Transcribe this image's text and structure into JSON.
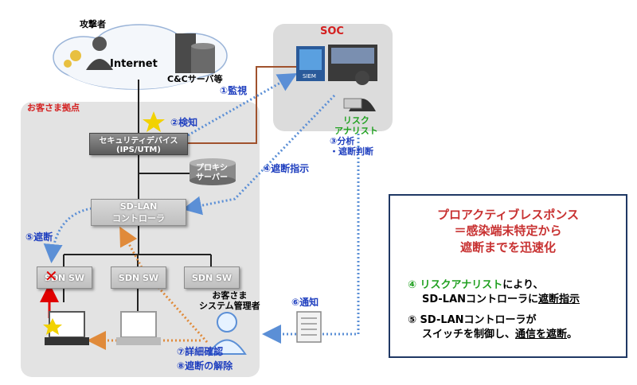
{
  "labels": {
    "attacker": "攻撃者",
    "internet": "Internet",
    "cc_server": "C&Cサーバ等",
    "soc": "SOC",
    "siem": "SIEM",
    "risk_analyst": "リスク\nアナリスト",
    "customer_site": "お客さま拠点",
    "security_device": "セキュリティデバイス\n(IPS/UTM)",
    "proxy": "プロキシ\nサーバー",
    "sdlan_controller": "SD-LAN\nコントローラ",
    "sdn_sw": "SDN SW",
    "admin": "お客さま\nシステム管理者"
  },
  "steps": {
    "s1": "①監視",
    "s2": "②検知",
    "s3": "③分析\n・遮断判断",
    "s4": "④遮断指示",
    "s5": "⑤遮断",
    "s6": "⑥通知",
    "s7": "⑦詳細確認",
    "s8": "⑧遮断の解除"
  },
  "panel": {
    "title": "プロアクティブレスポンス\n＝感染端末特定から\n遮断までを迅速化",
    "item1_num": "④",
    "item1_green": "リスクアナリスト",
    "item1_rest": "により、",
    "item1_line2_a": "SD-LANコントローラに",
    "item1_line2_u": "遮断指示",
    "item2_num": "⑤",
    "item2_line1": "SD-LANコントローラが",
    "item2_line2_a": "スイッチを制御し、",
    "item2_line2_u": "通信を遮断",
    "item2_line2_b": "。"
  },
  "colors": {
    "step_blue": "#1f3fbf",
    "title_red": "#c83232",
    "analyst_green": "#20a020",
    "panel_border": "#1f3864",
    "monitor_line": "#a0522d",
    "notify_line": "#5b8fd6",
    "confirm_line": "#e08a3a"
  }
}
